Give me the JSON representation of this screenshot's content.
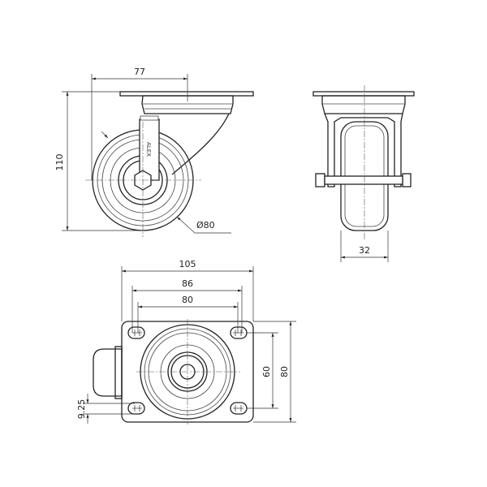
{
  "title": "Swivel caster technical drawing",
  "side_view": {
    "dim_offset": "77",
    "dim_height": "110",
    "dim_wheel_diameter": "Ø80",
    "logo": "ALEX"
  },
  "front_view": {
    "dim_wheel_width": "32"
  },
  "plate_view": {
    "dim_plate_width": "105",
    "dim_hole_outer": "86",
    "dim_hole_inner": "80",
    "dim_plate_depth": "80",
    "dim_hole_spacing": "60",
    "dim_slot": "9.25"
  },
  "colors": {
    "line": "#222222",
    "background": "#ffffff"
  }
}
